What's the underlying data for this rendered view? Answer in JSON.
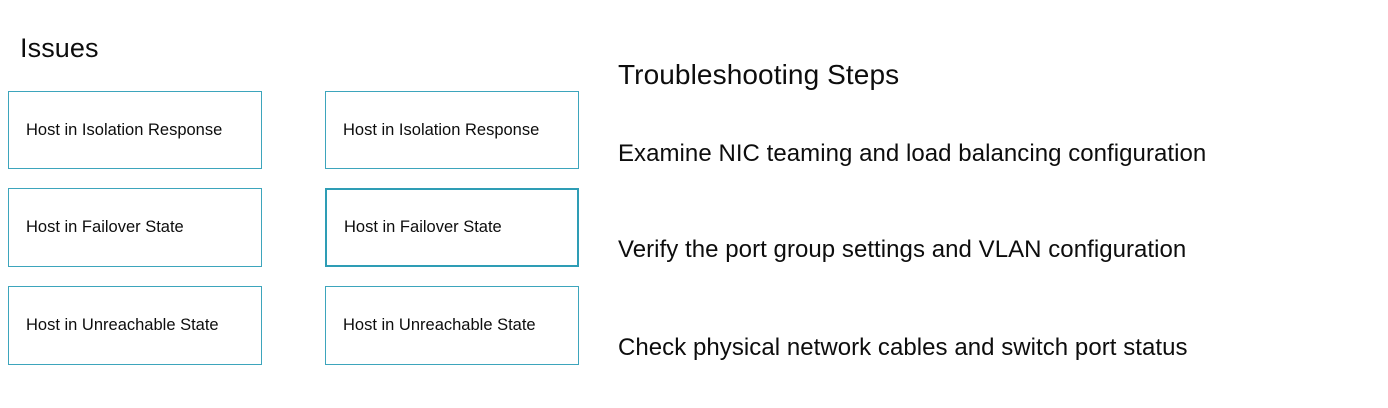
{
  "theme": {
    "background": "#ffffff",
    "text_color": "#0d0d0d",
    "box_border_color": "#3da5bc",
    "box_border_color_emphasis": "#2e9db5",
    "box_fill": "#ffffff"
  },
  "issues": {
    "title": "Issues",
    "columns": [
      {
        "name": "primary",
        "boxes": [
          {
            "label": "Host in Isolation Response",
            "emphasis": false
          },
          {
            "label": "Host in Failover State",
            "emphasis": false
          },
          {
            "label": "Host in Unreachable State",
            "emphasis": false
          }
        ]
      },
      {
        "name": "secondary",
        "boxes": [
          {
            "label": "Host in Isolation Response",
            "emphasis": false
          },
          {
            "label": "Host in Failover State",
            "emphasis": true
          },
          {
            "label": "Host in Unreachable State",
            "emphasis": false
          }
        ]
      }
    ]
  },
  "troubleshooting": {
    "title": "Troubleshooting Steps",
    "steps": [
      "Examine NIC teaming and load balancing configuration",
      "Verify the port group settings and VLAN configuration",
      "Check physical network cables and switch port status"
    ]
  }
}
